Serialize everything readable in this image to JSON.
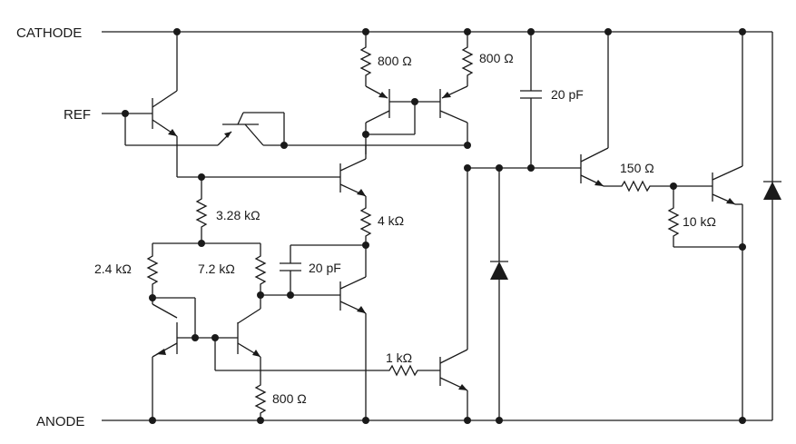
{
  "pins": {
    "cathode": "CATHODE",
    "ref": "REF",
    "anode": "ANODE"
  },
  "components": {
    "r_800_left": "800 Ω",
    "r_800_right": "800 Ω",
    "c_20pf_top": "20 pF",
    "r_150": "150 Ω",
    "r_10k": "10 kΩ",
    "r_3_28k": "3.28 kΩ",
    "r_4k": "4 kΩ",
    "r_2_4k": "2.4 kΩ",
    "r_7_2k": "7.2 kΩ",
    "c_20pf_mid": "20 pF",
    "r_1k": "1 kΩ",
    "r_800_bottom": "800 Ω"
  },
  "colors": {
    "ink": "#1a1a1a",
    "background": "#ffffff"
  }
}
